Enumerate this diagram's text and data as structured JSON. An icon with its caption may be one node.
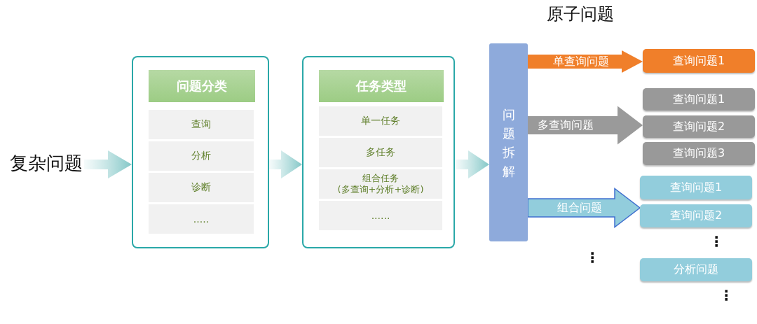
{
  "diagram": {
    "title": "原子问题",
    "nodes": [
      {
        "text": [
          "复杂问题"
        ]
      },
      {
        "text": [],
        "shape": "box"
      },
      {
        "text": [
          "问题分类"
        ],
        "in": 1
      },
      {
        "text": [
          "查询"
        ],
        "in": 1
      },
      {
        "text": [
          "分析"
        ],
        "in": 1
      },
      {
        "text": [
          "诊断"
        ],
        "in": 1
      },
      {
        "text": [
          "....."
        ],
        "in": 1
      },
      {
        "text": [],
        "shape": "box"
      },
      {
        "text": [
          "任务类型"
        ],
        "in": 7
      },
      {
        "text": [
          "单一任务"
        ],
        "in": 7
      },
      {
        "text": [
          "多任务"
        ],
        "in": 7
      },
      {
        "text": [
          "组合任务 (多查询+分析+诊断)"
        ],
        "in": 7
      },
      {
        "text": [
          "......"
        ],
        "in": 7
      },
      {
        "text": [
          "问题拆解"
        ]
      },
      {
        "text": [
          "查询问题1"
        ]
      },
      {
        "text": [
          "查询问题1"
        ]
      },
      {
        "text": [
          "查询问题2"
        ]
      },
      {
        "text": [
          "查询问题3"
        ]
      },
      {
        "text": [
          "查询问题1"
        ]
      },
      {
        "text": [
          "查询问题2"
        ]
      },
      {
        "text": [
          "分析问题"
        ]
      }
    ],
    "edges": [
      {
        "from": 0,
        "to": 1,
        "arrow": "to",
        "style": "thick"
      },
      {
        "from": 1,
        "to": 7,
        "arrow": "to",
        "style": "thick"
      },
      {
        "from": 7,
        "to": 13,
        "arrow": "to",
        "style": "thick"
      },
      {
        "from": 13,
        "to": 14,
        "arrow": "to",
        "style": "thick",
        "color": "#f07f2a",
        "label": "单查询问题"
      },
      {
        "from": 13,
        "to": 15,
        "arrow": "to",
        "style": "thick",
        "color": "#9a9a9a",
        "label": "多查询问题"
      },
      {
        "from": 13,
        "to": 16,
        "arrow": "to",
        "style": "thick",
        "color": "#9a9a9a"
      },
      {
        "from": 13,
        "to": 17,
        "arrow": "to",
        "style": "thick",
        "color": "#9a9a9a"
      },
      {
        "from": 13,
        "to": 18,
        "arrow": "to",
        "style": "thick",
        "color": "#92cddc",
        "label": "组合问题"
      },
      {
        "from": 13,
        "to": 19,
        "arrow": "to",
        "style": "thick",
        "color": "#92cddc"
      },
      {
        "from": 13,
        "to": 20,
        "arrow": "to",
        "style": "thick",
        "color": "#92cddc"
      }
    ],
    "labels": [
      "⋮",
      "⋮",
      "⋮"
    ]
  }
}
